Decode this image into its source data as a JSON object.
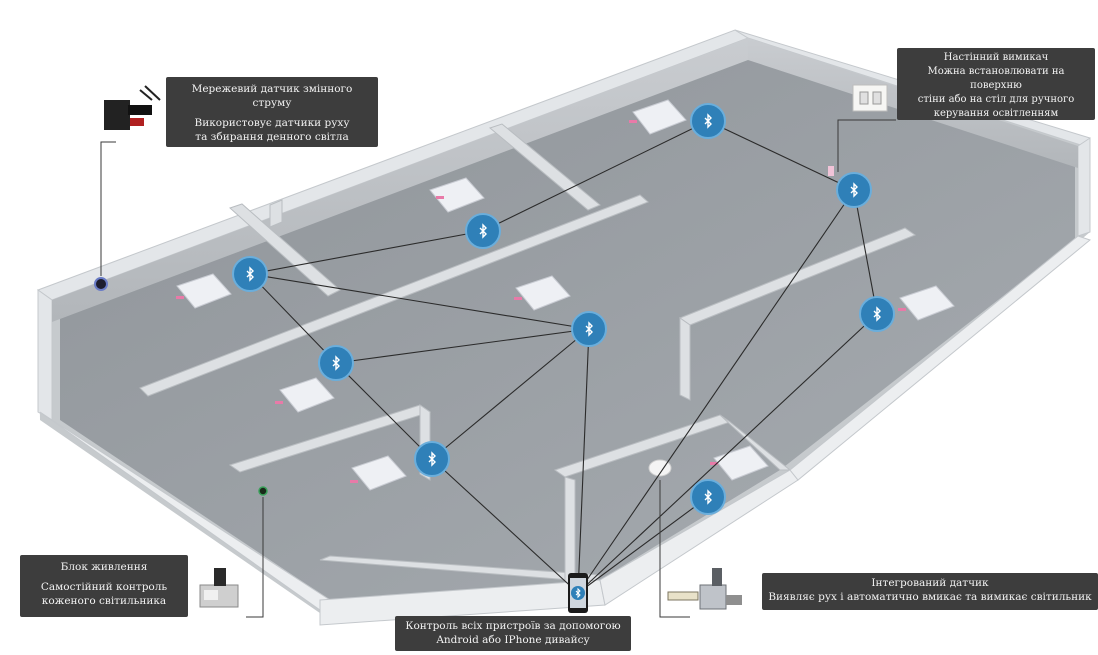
{
  "labels": {
    "ac_sensor": {
      "title": "Мережевий датчик змінного струму",
      "line1": "Використовує датчики руху",
      "line2": "та збирання денного світла"
    },
    "wall_switch": {
      "title": "Настінний вимикач",
      "line1": "Можна встановлювати на поверхню",
      "line2": "стіни або на стіл для ручного",
      "line3": "керування освітленням"
    },
    "power_unit": {
      "title": "Блок живлення",
      "line1": "Самостійний контроль",
      "line2": "коженого світильника"
    },
    "integrated_sensor": {
      "title": "Інтегрований датчик",
      "line1": "Виявляє рух і автоматично вмикає та вимикає світильник"
    },
    "phone_control": {
      "line1": "Контроль всіх пристроїв за допомогою",
      "line2": "Android або IPhone дивайсу"
    }
  },
  "colors": {
    "node": "#2f80b8",
    "node_ring": "#5fa6d6",
    "link": "#2b2b2b",
    "floor": "#9a9fa4",
    "wall_top": "#e4e7ea",
    "label_bg": "#3d3d3d",
    "fixture_led": "#e87aa8"
  },
  "icons": {
    "node": "bluetooth-icon",
    "hub": "smartphone-icon"
  }
}
